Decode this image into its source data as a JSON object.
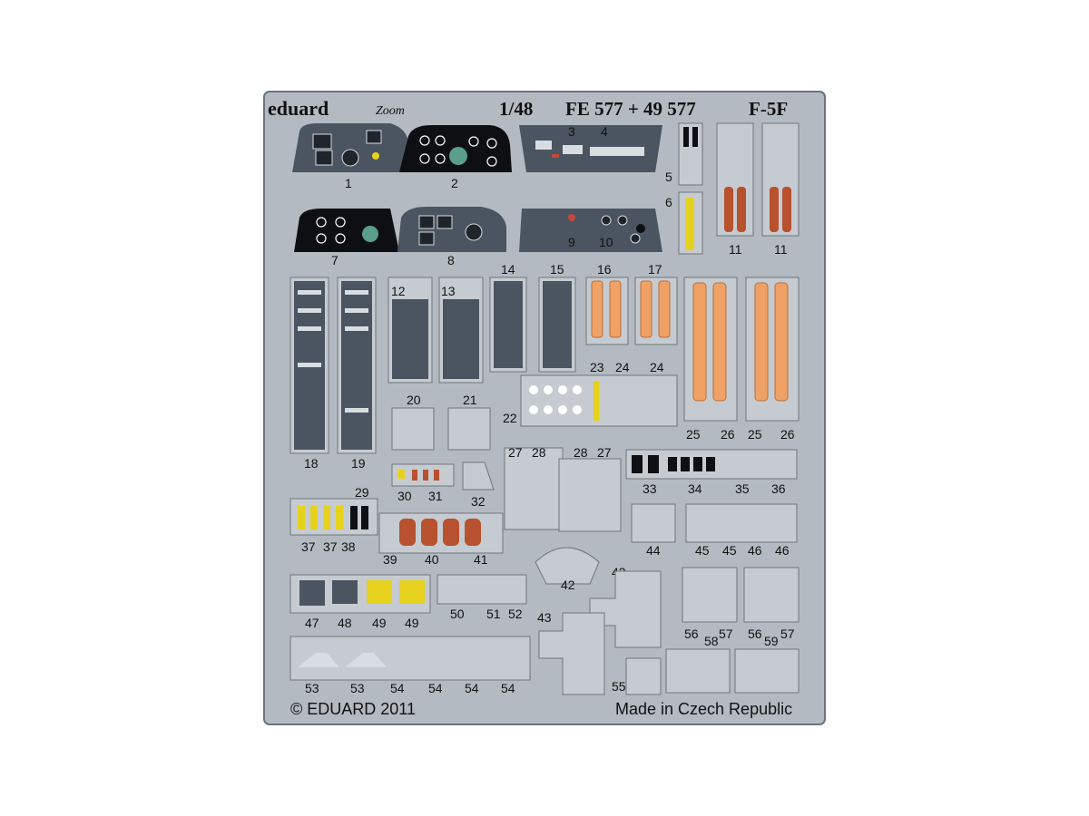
{
  "header": {
    "brand": "eduard",
    "zoom_mark": "Zoom",
    "scale": "1/48",
    "catalog": "FE 577 + 49 577",
    "model": "F-5F"
  },
  "footer": {
    "copyright": "© EDUARD 2011",
    "origin": "Made in Czech Republic"
  },
  "part_numbers": {
    "p1": "1",
    "p2": "2",
    "p3": "3",
    "p4": "4",
    "p5": "5",
    "p6": "6",
    "p7": "7",
    "p8": "8",
    "p9": "9",
    "p10": "10",
    "p11a": "11",
    "p11b": "11",
    "p12": "12",
    "p13": "13",
    "p14": "14",
    "p15": "15",
    "p16": "16",
    "p17": "17",
    "p18": "18",
    "p19": "19",
    "p20": "20",
    "p21": "21",
    "p22": "22",
    "p23": "23",
    "p24a": "24",
    "p24b": "24",
    "p25a": "25",
    "p26a": "26",
    "p25b": "25",
    "p26b": "26",
    "p27a": "27",
    "p28a": "28",
    "p28b": "28",
    "p27b": "27",
    "p29": "29",
    "p30": "30",
    "p31": "31",
    "p32": "32",
    "p33": "33",
    "p34": "34",
    "p35": "35",
    "p36": "36",
    "p37a": "37",
    "p37b": "37",
    "p38": "38",
    "p39": "39",
    "p40": "40",
    "p41": "41",
    "p42": "42",
    "p43a": "43",
    "p43b": "43",
    "p44": "44",
    "p45a": "45",
    "p45b": "45",
    "p46a": "46",
    "p46b": "46",
    "p47": "47",
    "p48": "48",
    "p49a": "49",
    "p49b": "49",
    "p50": "50",
    "p51": "51",
    "p52": "52",
    "p53a": "53",
    "p53b": "53",
    "p54a": "54",
    "p54b": "54",
    "p54c": "54",
    "p54d": "54",
    "p55": "55",
    "p56a": "56",
    "p57a": "57",
    "p56b": "56",
    "p57b": "57",
    "p58": "58",
    "p59": "59"
  },
  "colors": {
    "fret": "#b4bac1",
    "panel": "#4b5561",
    "strap": "#f0a266",
    "cushion": "#b8512e",
    "hazard": "#e6d21e"
  }
}
